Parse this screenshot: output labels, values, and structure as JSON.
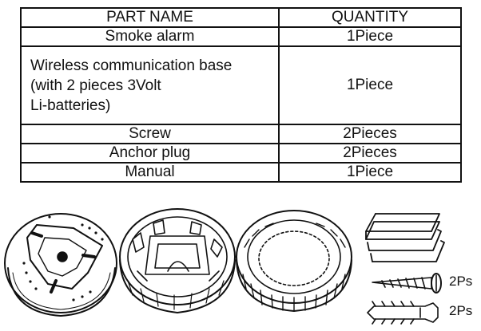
{
  "table": {
    "headers": [
      "PART NAME",
      "QUANTITY"
    ],
    "rows": [
      {
        "name": "Smoke alarm",
        "qty": "1Piece"
      },
      {
        "name_lines": [
          "Wireless communication base",
          "(with 2 pieces 3Volt",
          "Li-batteries)"
        ],
        "qty": "1Piece"
      },
      {
        "name": "Screw",
        "qty": "2Pieces"
      },
      {
        "name": "Anchor plug",
        "qty": "2Pieces"
      },
      {
        "name": "Manual",
        "qty": "1Piece"
      }
    ]
  },
  "illustrations": {
    "screw_qty": "2Ps",
    "anchor_qty": "2Ps",
    "items": [
      "smoke-alarm-drawing",
      "wireless-base-drawing",
      "ring-cover-drawing",
      "manual-sheets-drawing",
      "screw-drawing",
      "anchor-plug-drawing"
    ]
  }
}
